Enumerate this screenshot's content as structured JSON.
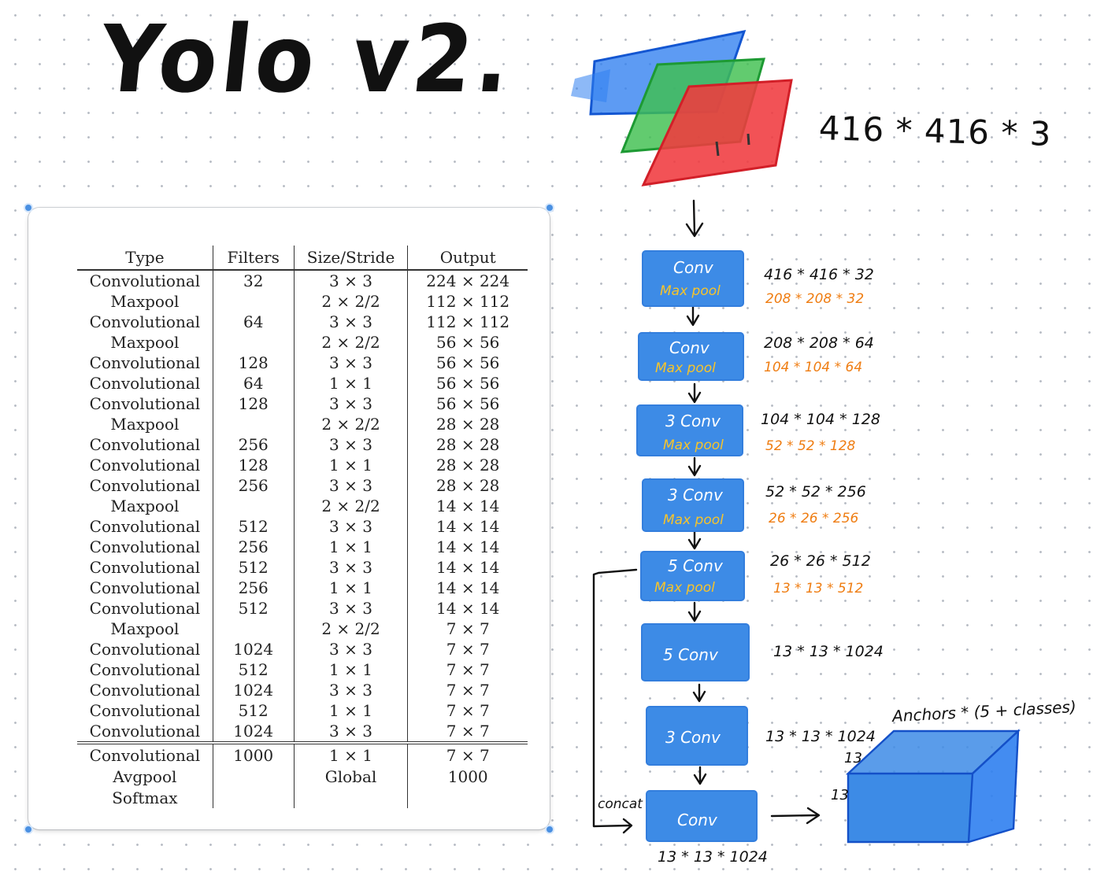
{
  "title": "Yolo v2.",
  "input_dims": "416 * 416 * 3",
  "table": {
    "headers": [
      "Type",
      "Filters",
      "Size/Stride",
      "Output"
    ],
    "rows": [
      [
        "Convolutional",
        "32",
        "3 × 3",
        "224 × 224"
      ],
      [
        "Maxpool",
        "",
        "2 × 2/2",
        "112 × 112"
      ],
      [
        "Convolutional",
        "64",
        "3 × 3",
        "112 × 112"
      ],
      [
        "Maxpool",
        "",
        "2 × 2/2",
        "56 × 56"
      ],
      [
        "Convolutional",
        "128",
        "3 × 3",
        "56 × 56"
      ],
      [
        "Convolutional",
        "64",
        "1 × 1",
        "56 × 56"
      ],
      [
        "Convolutional",
        "128",
        "3 × 3",
        "56 × 56"
      ],
      [
        "Maxpool",
        "",
        "2 × 2/2",
        "28 × 28"
      ],
      [
        "Convolutional",
        "256",
        "3 × 3",
        "28 × 28"
      ],
      [
        "Convolutional",
        "128",
        "1 × 1",
        "28 × 28"
      ],
      [
        "Convolutional",
        "256",
        "3 × 3",
        "28 × 28"
      ],
      [
        "Maxpool",
        "",
        "2 × 2/2",
        "14 × 14"
      ],
      [
        "Convolutional",
        "512",
        "3 × 3",
        "14 × 14"
      ],
      [
        "Convolutional",
        "256",
        "1 × 1",
        "14 × 14"
      ],
      [
        "Convolutional",
        "512",
        "3 × 3",
        "14 × 14"
      ],
      [
        "Convolutional",
        "256",
        "1 × 1",
        "14 × 14"
      ],
      [
        "Convolutional",
        "512",
        "3 × 3",
        "14 × 14"
      ],
      [
        "Maxpool",
        "",
        "2 × 2/2",
        "7 × 7"
      ],
      [
        "Convolutional",
        "1024",
        "3 × 3",
        "7 × 7"
      ],
      [
        "Convolutional",
        "512",
        "1 × 1",
        "7 × 7"
      ],
      [
        "Convolutional",
        "1024",
        "3 × 3",
        "7 × 7"
      ],
      [
        "Convolutional",
        "512",
        "1 × 1",
        "7 × 7"
      ],
      [
        "Convolutional",
        "1024",
        "3 × 3",
        "7 × 7"
      ]
    ],
    "classifier_rows": [
      [
        "Convolutional",
        "1000",
        "1 × 1",
        "7 × 7"
      ],
      [
        "Avgpool",
        "",
        "Global",
        "1000"
      ],
      [
        "Softmax",
        "",
        "",
        ""
      ]
    ]
  },
  "pipeline": {
    "blocks": [
      {
        "top": "Conv",
        "bottom": "Max pool",
        "dims": "416 * 416 * 32",
        "pooled": "208 * 208 * 32"
      },
      {
        "top": "Conv",
        "bottom": "Max pool",
        "dims": "208 * 208 * 64",
        "pooled": "104 * 104 * 64"
      },
      {
        "top": "3 Conv",
        "bottom": "Max pool",
        "dims": "104 * 104 * 128",
        "pooled": "52 * 52 * 128"
      },
      {
        "top": "3 Conv",
        "bottom": "Max pool",
        "dims": "52 * 52 * 256",
        "pooled": "26 * 26 * 256"
      },
      {
        "top": "5 Conv",
        "bottom": "Max pool",
        "dims": "26 * 26 * 512",
        "pooled": "13 * 13 * 512"
      },
      {
        "top": "5 Conv",
        "bottom": "",
        "dims": "13 * 13 * 1024",
        "pooled": ""
      },
      {
        "top": "3 Conv",
        "bottom": "",
        "dims": "13 * 13 * 1024",
        "pooled": ""
      },
      {
        "top": "Conv",
        "bottom": "",
        "dims": "13 * 13 * 1024",
        "pooled": ""
      }
    ],
    "concat_label": "concat",
    "output_box": {
      "label": "Anchors * (5 + classes)",
      "height_label": "13",
      "width_label": "13"
    }
  },
  "colors": {
    "block_fill": "#3d8be6",
    "pool_text": "#f7c42a",
    "pooled_dims_text": "#ef7d12",
    "channel_red": "#f03a3f",
    "channel_green": "#3fbf4f",
    "channel_blue": "#2f7ff0"
  }
}
